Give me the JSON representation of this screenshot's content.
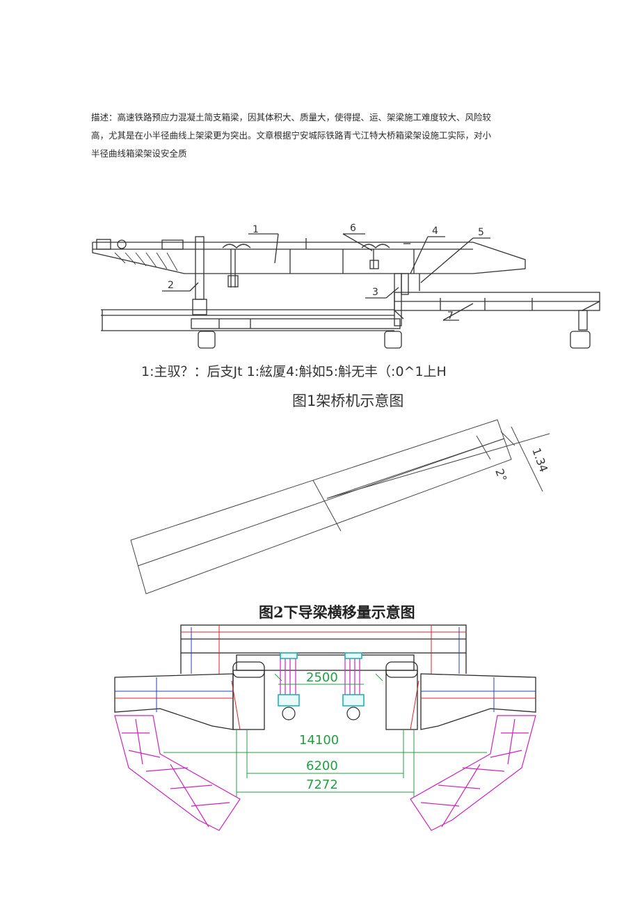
{
  "paragraph": {
    "line1": "描述：高速铁路预应力混凝土简支箱梁，因其体积大、质量大，使得提、运、架梁施工难度较大、风险较",
    "line2": "高，尤其是在小半径曲线上架梁更为突出。文章根据宁安城际铁路青弋江特大桥箱梁架设施工实际，对小",
    "line3": "半径曲线箱梁架设安全质"
  },
  "figure1": {
    "labels": [
      "1",
      "2",
      "3",
      "4",
      "5",
      "6",
      "7"
    ],
    "legend": "1:主驭？：后支Jt 1:絃厦4:斛如5:斛无丰（:0^1上H",
    "title": "图1架桥机示意图"
  },
  "figure2": {
    "angle_label": "2°",
    "offset_label": "1.34",
    "title": "图2下导梁横移量示意图"
  },
  "figure3": {
    "dimensions": [
      "2500",
      "14100",
      "6200",
      "7272"
    ]
  },
  "colors": {
    "line": "#333333",
    "red": "#e02020",
    "magenta": "#d020c0",
    "blue": "#2040c0",
    "cyan": "#10b0b0",
    "green": "#20a040"
  }
}
